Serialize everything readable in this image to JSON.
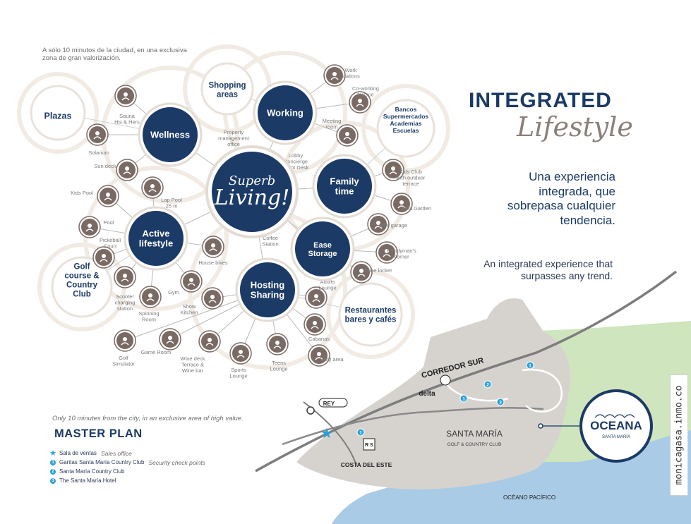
{
  "tagline_es": "A sólo 10 minutos de la ciudad, en una exclusiva zona de gran valorización.",
  "heading": {
    "line1": "INTEGRATED",
    "line2": "Lifestyle"
  },
  "tagline_main_es": "Una experiencia integrada, que sobrepasa cualquier tendencia.",
  "tagline_main_en": "An integrated experience that surpasses any trend.",
  "tagline_en": "Only 10 minutes from the city, in an exclusive area of high value.",
  "master_plan_title": "MASTER PLAN",
  "colors": {
    "navy": "#1b3a66",
    "icon_brown": "#7a6a64",
    "map_land": "#d6d3cf",
    "green": "#cfe5bd",
    "ocean": "#a9cbe6",
    "marker_blue": "#2c9fd6"
  },
  "legend": [
    {
      "marker": "star",
      "label": "Sala de ventas",
      "note": "Sales office"
    },
    {
      "marker": "1",
      "label": "Garitas Santa María Country Club",
      "note": "Security check points"
    },
    {
      "marker": "2",
      "label": "Santa María Country Club",
      "note": ""
    },
    {
      "marker": "3",
      "label": "The Santa María Hotel",
      "note": ""
    }
  ],
  "diagram": {
    "center": {
      "line1": "Superb",
      "line2": "Living!"
    },
    "hubs": [
      {
        "id": "wellness",
        "label": "Wellness"
      },
      {
        "id": "working",
        "label": "Working"
      },
      {
        "id": "family",
        "label": "Family time"
      },
      {
        "id": "active",
        "label": "Active lifestyle"
      },
      {
        "id": "ease",
        "label": "Ease Storage"
      },
      {
        "id": "hosting",
        "label": "Hosting Sharing"
      }
    ],
    "outer_labels": [
      {
        "id": "plazas",
        "label": "Plazas"
      },
      {
        "id": "shopping",
        "label": "Shopping areas"
      },
      {
        "id": "bancos",
        "label": "Bancos Supermercados Academias Escuelas"
      },
      {
        "id": "golf",
        "label": "Golf course & Country Club"
      },
      {
        "id": "restaurantes",
        "label": "Restaurantes bares y cafés"
      }
    ],
    "amenities": [
      {
        "id": "sauna",
        "label": "Sauna His & Hers",
        "icon": "sauna-icon"
      },
      {
        "id": "solarium",
        "label": "Solarium",
        "icon": "sunglasses-icon"
      },
      {
        "id": "sundeck",
        "label": "Sun deck",
        "icon": "sandals-icon"
      },
      {
        "id": "kidspool",
        "label": "Kids Pool",
        "icon": "kids-pool-icon"
      },
      {
        "id": "lappool",
        "label": "Lap Pool 25 m",
        "icon": "swimmer-icon"
      },
      {
        "id": "pool",
        "label": "Pool",
        "icon": "pool-icon"
      },
      {
        "id": "pickleball",
        "label": "Pickeball Court",
        "icon": "paddle-icon"
      },
      {
        "id": "scooter",
        "label": "Scooter charging station",
        "icon": "scooter-icon"
      },
      {
        "id": "spinning",
        "label": "Spinning Room",
        "icon": "bicycle-icon"
      },
      {
        "id": "gym",
        "label": "Gym",
        "icon": "dumbbell-icon"
      },
      {
        "id": "housebikes",
        "label": "House bikes",
        "icon": "bikes-icon"
      },
      {
        "id": "showkitchen",
        "label": "Show Kitchen",
        "icon": "kitchen-icon"
      },
      {
        "id": "golfsim",
        "label": "Golf Simulator",
        "icon": "golf-simulator-icon"
      },
      {
        "id": "gameroom",
        "label": "Game Room",
        "icon": "billiards-icon"
      },
      {
        "id": "winedeck",
        "label": "Wine deck Terrace & Wine bar",
        "icon": "wine-icon"
      },
      {
        "id": "sportslounge",
        "label": "Sports Lounge",
        "icon": "tv-icon"
      },
      {
        "id": "teenslounge",
        "label": "Teens Lounge",
        "icon": "teens-icon"
      },
      {
        "id": "bbq",
        "label": "BBQ area",
        "icon": "grill-icon"
      },
      {
        "id": "cabanas",
        "label": "Cabanas",
        "icon": "cocktail-icon"
      },
      {
        "id": "adultslounge",
        "label": "Adults Lounge",
        "icon": "martini-icon"
      },
      {
        "id": "winelocker",
        "label": "Wine locker",
        "icon": "bottles-icon"
      },
      {
        "id": "handyman",
        "label": "Handyman's corner",
        "icon": "tools-icon"
      },
      {
        "id": "bikegarage",
        "label": "Bike garage",
        "icon": "garage-icon"
      },
      {
        "id": "pets",
        "label": "Pets Garden",
        "icon": "cat-icon"
      },
      {
        "id": "kidsclub",
        "label": "Kids Club with outdoor terrace",
        "icon": "kids-icon"
      },
      {
        "id": "meeting",
        "label": "Meeting room",
        "icon": "meeting-icon"
      },
      {
        "id": "cowork",
        "label": "Co-working terrace",
        "icon": "coworking-icon"
      },
      {
        "id": "workstations",
        "label": "Work stations",
        "icon": "workstation-icon"
      }
    ],
    "text_labels": [
      {
        "id": "property",
        "label": "Property management office"
      },
      {
        "id": "lobby",
        "label": "Lobby Concierge Front Desk"
      },
      {
        "id": "coffee",
        "label": "Coffee Station"
      }
    ]
  },
  "map": {
    "road_label": "CORREDOR SUR",
    "delta_label": "delta",
    "rey_label": "REY",
    "rs_label": "R S",
    "costa_label": "COSTA DEL ESTE",
    "santa_maria_line1": "SANTA MARÍA",
    "santa_maria_line2": "GOLF & COUNTRY CLUB",
    "ocean_label": "OCÉANO PACÍFICO",
    "oceana_logo": "OCEANA",
    "oceana_sub": "SANTA MARÍA",
    "markers": [
      "1",
      "1",
      "1",
      "2",
      "3"
    ]
  },
  "watermark": "monicagasa.inmo.co"
}
